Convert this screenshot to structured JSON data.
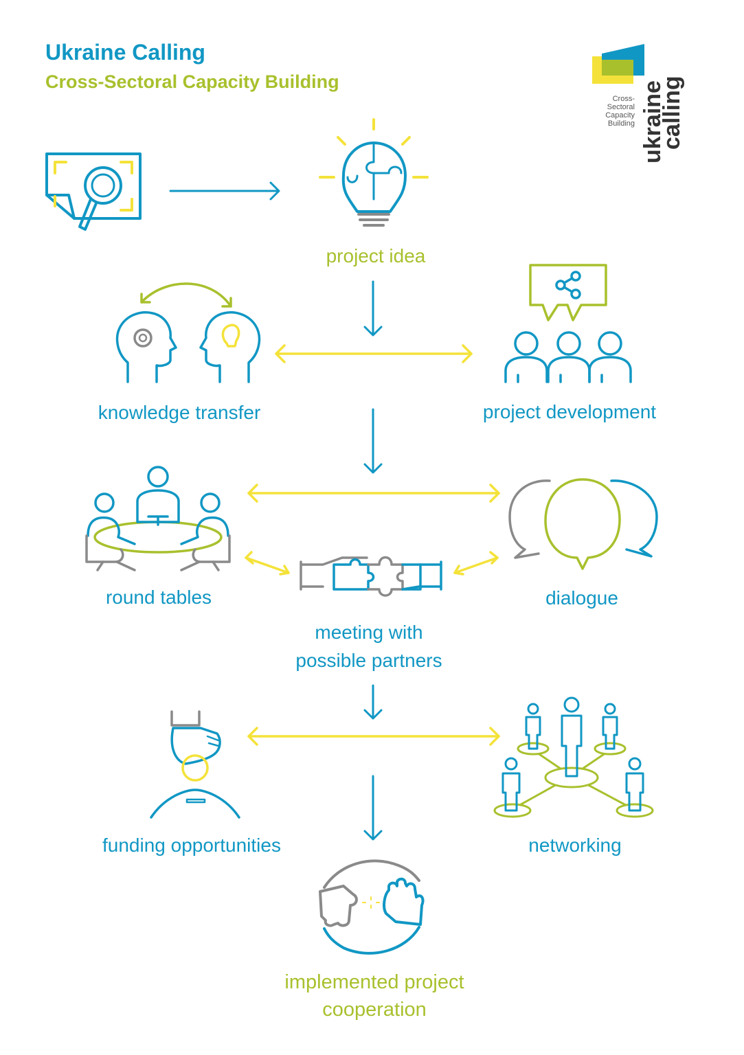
{
  "header": {
    "title": "Ukraine Calling",
    "subtitle": "Cross-Sectoral Capacity Building"
  },
  "logo": {
    "small_text": [
      "Cross-",
      "Sectoral",
      "Capacity",
      "Building"
    ],
    "word_1": "ukraine",
    "word_2": "calling"
  },
  "nodes": {
    "project_idea": "project idea",
    "knowledge_transfer": "knowledge transfer",
    "project_development": "project development",
    "round_tables": "round tables",
    "dialogue": "dialogue",
    "meeting_line_1": "meeting with",
    "meeting_line_2": "possible partners",
    "funding_opportunities": "funding opportunities",
    "networking": "networking",
    "implemented_line_1": "implemented project",
    "implemented_line_2": "cooperation"
  },
  "icons": {
    "start": "document-search-icon",
    "project_idea": "lightbulb-puzzle-icon",
    "knowledge_transfer": "heads-exchange-icon",
    "project_development": "team-share-icon",
    "round_tables": "round-table-icon",
    "dialogue": "speech-bubbles-icon",
    "meeting": "puzzle-handshake-icon",
    "funding": "hand-coin-icon",
    "networking": "people-network-icon",
    "implemented": "hands-circle-icon"
  },
  "colors": {
    "blue": "#1197c4",
    "green": "#a9c02d",
    "yellow": "#f4e23a",
    "grey": "#8a8a8a"
  }
}
